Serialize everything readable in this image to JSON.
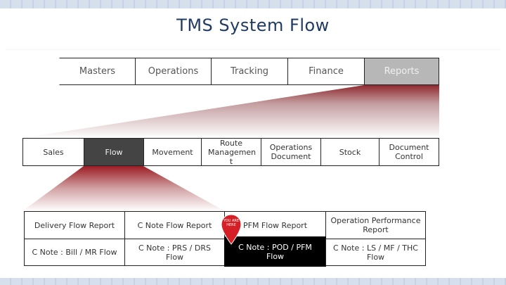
{
  "title": "TMS System Flow",
  "top_nav": [
    "Masters",
    "Operations",
    "Tracking",
    "Finance",
    "Reports"
  ],
  "active_top": "Reports",
  "sub_nav": [
    "Sales",
    "Flow",
    "Movement",
    "Route Managemen t",
    "Operations Document",
    "Stock",
    "Document Control"
  ],
  "active_sub": "Flow",
  "reports": [
    "Delivery Flow Report",
    "C Note Flow Report",
    "PFM Flow Report",
    "Operation Performance Report",
    "C Note : Bill / MR Flow",
    "C Note : PRS / DRS Flow",
    "C Note : POD / PFM Flow",
    "C Note : LS / MF / THC Flow"
  ],
  "active_report": "C Note : POD / PFM Flow",
  "marker": {
    "label": "YOU ARE HERE",
    "icon": "map-pin-icon",
    "color": "#d41f26"
  },
  "colors": {
    "title": "#1f3b63",
    "active_top": "#b7b7b7",
    "active_sub": "#444444",
    "active_report": "#000000",
    "funnel": "#9b1c24"
  }
}
